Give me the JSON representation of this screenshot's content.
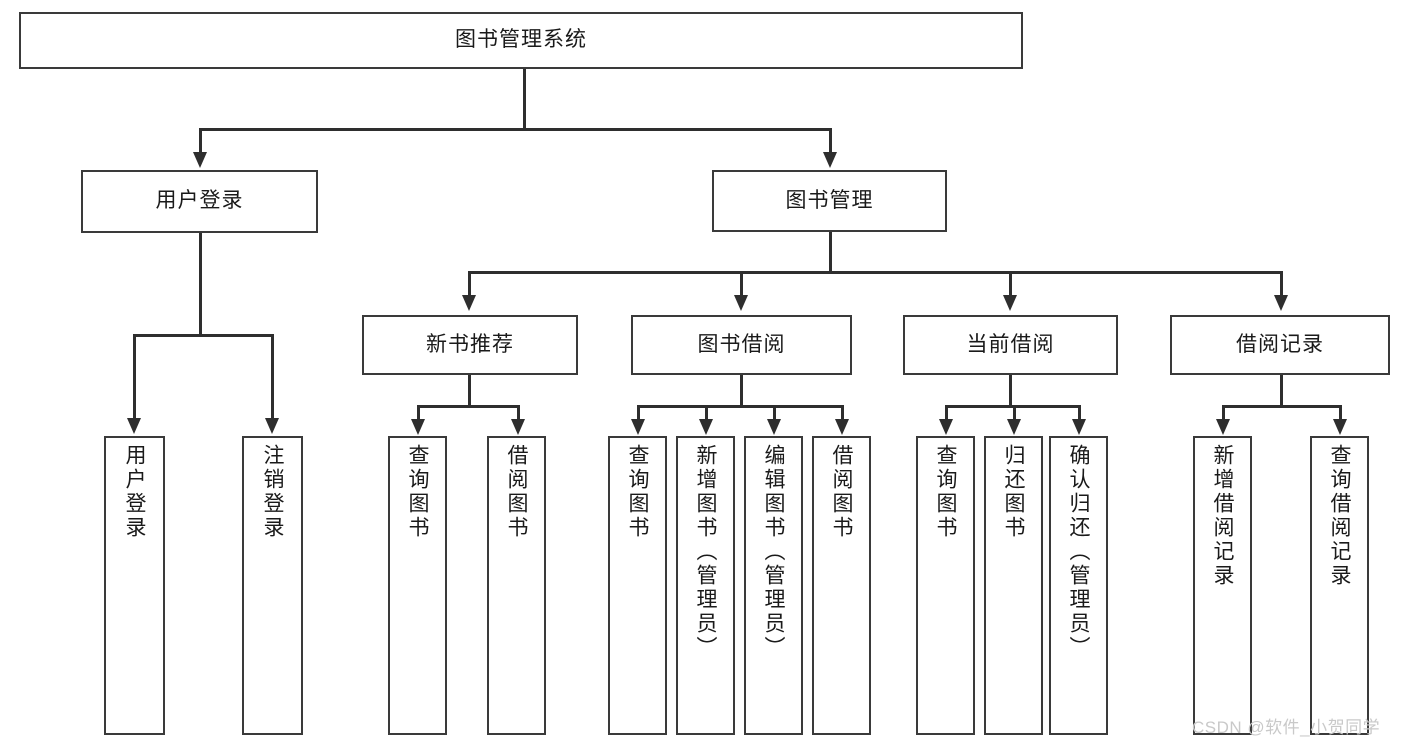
{
  "diagram": {
    "title": "图书管理系统",
    "type": "tree-hierarchy",
    "root": {
      "label": "图书管理系统"
    },
    "level2": [
      {
        "label": "用户登录"
      },
      {
        "label": "图书管理"
      }
    ],
    "level3": [
      {
        "label": "新书推荐"
      },
      {
        "label": "图书借阅"
      },
      {
        "label": "当前借阅"
      },
      {
        "label": "借阅记录"
      }
    ],
    "leaves": [
      {
        "label": "用户登录",
        "parent": "用户登录"
      },
      {
        "label": "注销登录",
        "parent": "用户登录"
      },
      {
        "label": "查询图书",
        "parent": "新书推荐"
      },
      {
        "label": "借阅图书",
        "parent": "新书推荐"
      },
      {
        "label": "查询图书",
        "parent": "图书借阅"
      },
      {
        "label": "新增图书（管理员）",
        "parent": "图书借阅"
      },
      {
        "label": "编辑图书（管理员）",
        "parent": "图书借阅"
      },
      {
        "label": "借阅图书",
        "parent": "图书借阅"
      },
      {
        "label": "查询图书",
        "parent": "当前借阅"
      },
      {
        "label": "归还图书",
        "parent": "当前借阅"
      },
      {
        "label": "确认归还（管理员）",
        "parent": "当前借阅"
      },
      {
        "label": "新增借阅记录",
        "parent": "借阅记录"
      },
      {
        "label": "查询借阅记录",
        "parent": "借阅记录"
      }
    ]
  },
  "watermark": {
    "text": "CSDN @软件_小贺同学"
  },
  "colors": {
    "box_border": "#3a3a3a",
    "connector": "#2e2e2e",
    "background": "#ffffff",
    "text": "#1a1a1a",
    "watermark": "#c9c9c9"
  }
}
